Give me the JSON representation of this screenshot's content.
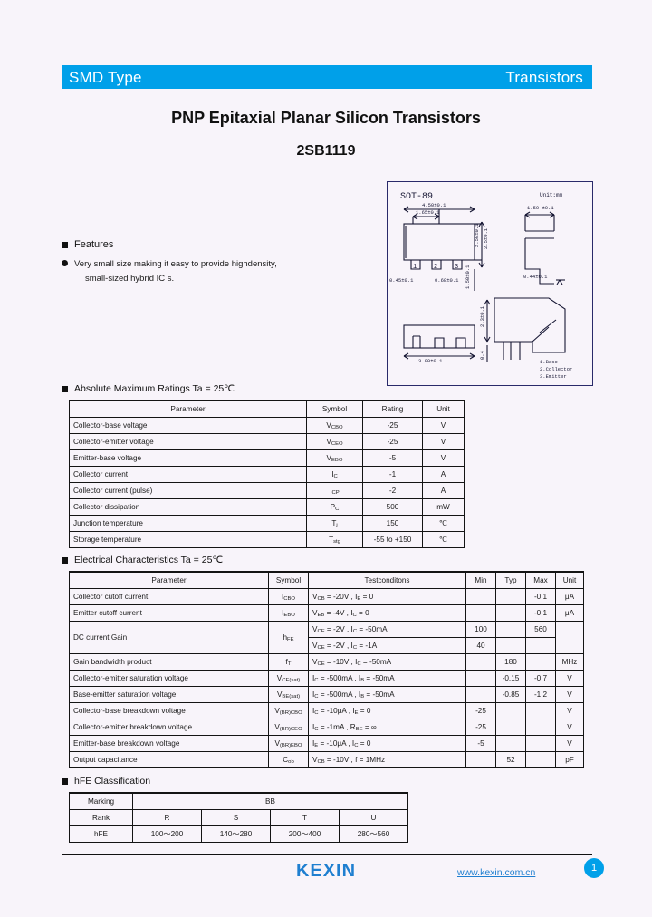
{
  "header": {
    "left_label": "SMD Type",
    "right_label": "Transistors",
    "bar_color": "#00a0e9"
  },
  "title": {
    "main": "PNP Epitaxial Planar Silicon Transistors",
    "part_number": "2SB1119"
  },
  "features": {
    "heading": "Features",
    "items": [
      {
        "line1": "Very small size making it easy to provide highdensity,",
        "line2": "small-sized hybrid IC s."
      }
    ]
  },
  "package_drawing": {
    "package_name": "SOT-89",
    "unit_label": "Unit:mm",
    "dimensions": {
      "body_width": "4.50±0.1",
      "tab_width": "1.65±0.1",
      "body_height": "2.50±0.1",
      "body_height2": "2.5±0.1",
      "lead_width": "0.45±0.1",
      "lead_pitch": "0.68±0.1",
      "seating": "1.50 ±0.1",
      "thickness": "0.44±0.1",
      "base_len": "3.00±0.1",
      "height_side": "2.3±0.1",
      "foot": "0.4"
    },
    "pin_numbers": [
      "1",
      "2",
      "3"
    ],
    "pin_legend": [
      "1.Base",
      "2.Collector",
      "3.Emitter"
    ]
  },
  "absolute_max": {
    "heading": "Absolute Maximum Ratings Ta = 25℃",
    "columns": [
      "Parameter",
      "Symbol",
      "Rating",
      "Unit"
    ],
    "rows": [
      {
        "parameter": "Collector-base voltage",
        "symbol_main": "V",
        "symbol_sub": "CBO",
        "rating": "-25",
        "unit": "V"
      },
      {
        "parameter": "Collector-emitter voltage",
        "symbol_main": "V",
        "symbol_sub": "CEO",
        "rating": "-25",
        "unit": "V"
      },
      {
        "parameter": "Emitter-base voltage",
        "symbol_main": "V",
        "symbol_sub": "EBO",
        "rating": "-5",
        "unit": "V"
      },
      {
        "parameter": "Collector current",
        "symbol_main": "I",
        "symbol_sub": "C",
        "rating": "-1",
        "unit": "A"
      },
      {
        "parameter": "Collector current (pulse)",
        "symbol_main": "I",
        "symbol_sub": "CP",
        "rating": "-2",
        "unit": "A"
      },
      {
        "parameter": "Collector dissipation",
        "symbol_main": "P",
        "symbol_sub": "C",
        "rating": "500",
        "unit": "mW"
      },
      {
        "parameter": "Junction temperature",
        "symbol_main": "T",
        "symbol_sub": "j",
        "rating": "150",
        "unit": "℃"
      },
      {
        "parameter": "Storage temperature",
        "symbol_main": "T",
        "symbol_sub": "stg",
        "rating": "-55 to +150",
        "unit": "℃"
      }
    ]
  },
  "electrical": {
    "heading": "Electrical Characteristics Ta = 25℃",
    "columns": [
      "Parameter",
      "Symbol",
      "Testconditons",
      "Min",
      "Typ",
      "Max",
      "Unit"
    ],
    "rows": [
      {
        "parameter": "Collector cutoff current",
        "symbol_main": "I",
        "symbol_sub": "CBO",
        "cond_a": "V",
        "cond_a_sub": "CB",
        "cond_a_rest": " = -20V , ",
        "cond_b": "I",
        "cond_b_sub": "E",
        "cond_b_rest": " = 0",
        "min": "",
        "typ": "",
        "max": "-0.1",
        "unit": "μA"
      },
      {
        "parameter": "Emitter cutoff current",
        "symbol_main": "I",
        "symbol_sub": "EBO",
        "cond_a": "V",
        "cond_a_sub": "EB",
        "cond_a_rest": " = -4V , ",
        "cond_b": "I",
        "cond_b_sub": "C",
        "cond_b_rest": " = 0",
        "min": "",
        "typ": "",
        "max": "-0.1",
        "unit": "μA"
      },
      {
        "parameter": "DC current Gain",
        "symbol_main": "h",
        "symbol_sub": "FE",
        "cond_a": "V",
        "cond_a_sub": "CE",
        "cond_a_rest": " = -2V , ",
        "cond_b": "I",
        "cond_b_sub": "C",
        "cond_b_rest": " = -50mA",
        "min": "100",
        "typ": "",
        "max": "560",
        "unit": "",
        "rowspan_param": 2,
        "rowspan_symbol": 2,
        "rowspan_unit": 2
      },
      {
        "parameter": "",
        "symbol_main": "",
        "symbol_sub": "",
        "cond_a": "V",
        "cond_a_sub": "CE",
        "cond_a_rest": " = -2V , ",
        "cond_b": "I",
        "cond_b_sub": "C",
        "cond_b_rest": " = -1A",
        "min": "40",
        "typ": "",
        "max": "",
        "unit": ""
      },
      {
        "parameter": "Gain bandwidth product",
        "symbol_main": "f",
        "symbol_sub": "T",
        "cond_a": "V",
        "cond_a_sub": "CE",
        "cond_a_rest": " = -10V , ",
        "cond_b": "I",
        "cond_b_sub": "C",
        "cond_b_rest": " = -50mA",
        "min": "",
        "typ": "180",
        "max": "",
        "unit": "MHz"
      },
      {
        "parameter": "Collector-emitter saturation voltage",
        "symbol_main": "V",
        "symbol_sub": "CE(sat)",
        "cond_a": "I",
        "cond_a_sub": "C",
        "cond_a_rest": " = -500mA , ",
        "cond_b": "I",
        "cond_b_sub": "B",
        "cond_b_rest": " = -50mA",
        "min": "",
        "typ": "-0.15",
        "max": "-0.7",
        "unit": "V"
      },
      {
        "parameter": "Base-emitter saturation voltage",
        "symbol_main": "V",
        "symbol_sub": "BE(sat)",
        "cond_a": "I",
        "cond_a_sub": "C",
        "cond_a_rest": " = -500mA , ",
        "cond_b": "I",
        "cond_b_sub": "B",
        "cond_b_rest": " = -50mA",
        "min": "",
        "typ": "-0.85",
        "max": "-1.2",
        "unit": "V"
      },
      {
        "parameter": "Collector-base breakdown voltage",
        "symbol_main": "V",
        "symbol_sub": "(BR)CBO",
        "cond_a": "I",
        "cond_a_sub": "C",
        "cond_a_rest": " = -10μA , ",
        "cond_b": "I",
        "cond_b_sub": "E",
        "cond_b_rest": " = 0",
        "min": "-25",
        "typ": "",
        "max": "",
        "unit": "V"
      },
      {
        "parameter": "Collector-emitter breakdown voltage",
        "symbol_main": "V",
        "symbol_sub": "(BR)CEO",
        "cond_a": "I",
        "cond_a_sub": "C",
        "cond_a_rest": " = -1mA , ",
        "cond_b": "R",
        "cond_b_sub": "BE",
        "cond_b_rest": " = ∞",
        "min": "-25",
        "typ": "",
        "max": "",
        "unit": "V"
      },
      {
        "parameter": "Emitter-base breakdown voltage",
        "symbol_main": "V",
        "symbol_sub": "(BR)EBO",
        "cond_a": "I",
        "cond_a_sub": "E",
        "cond_a_rest": " = -10μA , ",
        "cond_b": "I",
        "cond_b_sub": "C",
        "cond_b_rest": " = 0",
        "min": "-5",
        "typ": "",
        "max": "",
        "unit": "V"
      },
      {
        "parameter": "Output capacitance",
        "symbol_main": "C",
        "symbol_sub": "ob",
        "cond_a": "V",
        "cond_a_sub": "CB",
        "cond_a_rest": " = -10V , ",
        "cond_b": "f",
        "cond_b_sub": "",
        "cond_b_rest": " = 1MHz",
        "min": "",
        "typ": "52",
        "max": "",
        "unit": "pF"
      }
    ]
  },
  "hfe_classification": {
    "heading": "hFE Classification",
    "marking_label": "Marking",
    "marking_value": "BB",
    "rank_label": "Rank",
    "hfe_label": "hFE",
    "ranks": [
      "R",
      "S",
      "T",
      "U"
    ],
    "hfe_ranges": [
      "100～200",
      "140～280",
      "200～400",
      "280～560"
    ]
  },
  "footer": {
    "logo": "KEXIN",
    "website": "www.kexin.com.cn",
    "page_number": "1",
    "accent_color": "#1f7fd0"
  }
}
